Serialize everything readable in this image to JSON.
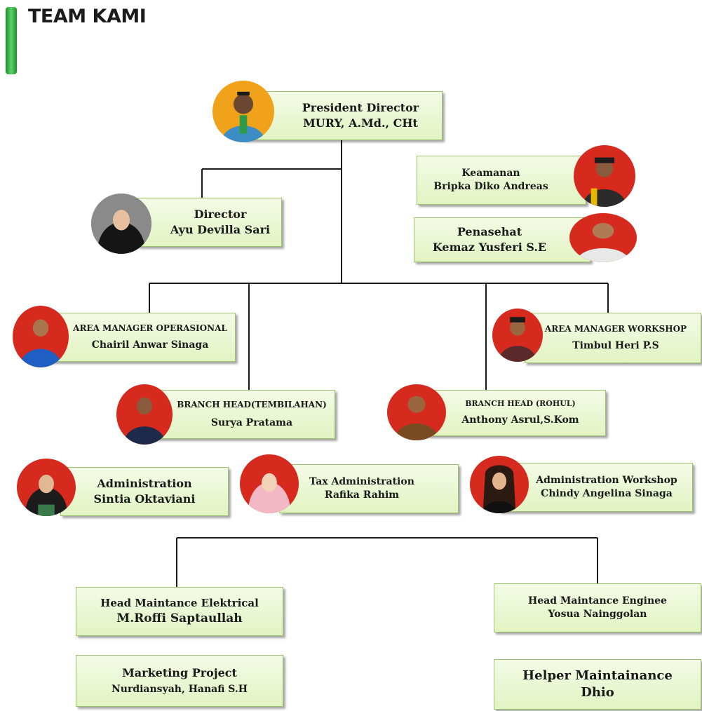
{
  "header": {
    "title": "TEAM KAMI"
  },
  "colors": {
    "accent_bar": "#2aa336",
    "box_fill": "#e6f5cb",
    "box_border": "#9cc26b",
    "photo_bg_red": "#d62a1e",
    "photo_bg_orange": "#f0a21a"
  },
  "org": {
    "president": {
      "role": "President Director",
      "name": "MURY, A.Md., CHt"
    },
    "director": {
      "role": "Director",
      "name": "Ayu Devilla Sari"
    },
    "keamanan": {
      "role": "Keamanan",
      "name": "Bripka Diko Andreas"
    },
    "penasehat": {
      "role": "Penasehat",
      "name": "Kemaz Yusferi S.E"
    },
    "am_operasional": {
      "role": "AREA MANAGER OPERASIONAL",
      "name": "Chairil Anwar Sinaga"
    },
    "am_workshop": {
      "role": "AREA MANAGER WORKSHOP",
      "name": "Timbul Heri P.S"
    },
    "bh_tembilahan": {
      "role": "BRANCH HEAD(TEMBILAHAN)",
      "name": "Surya Pratama"
    },
    "bh_rohul": {
      "role": "BRANCH HEAD (ROHUL)",
      "name": "Anthony Asrul,S.Kom"
    },
    "administration": {
      "role": "Administration",
      "name": "Sintia Oktaviani"
    },
    "tax_admin": {
      "role": "Tax Administration",
      "name": "Rafika Rahim"
    },
    "admin_workshop": {
      "role": "Administration Workshop",
      "name": "Chindy Angelina Sinaga"
    },
    "head_elektrical": {
      "role": "Head Maintance Elektrical",
      "name": "M.Roffi Saptaullah"
    },
    "head_enginee": {
      "role": "Head Maintance Enginee",
      "name": "Yosua Nainggolan"
    },
    "marketing": {
      "role": "Marketing Project",
      "name": "Nurdiansyah, Hanafi S.H"
    },
    "helper": {
      "role": "Helper Maintainance",
      "name": "Dhio"
    }
  }
}
